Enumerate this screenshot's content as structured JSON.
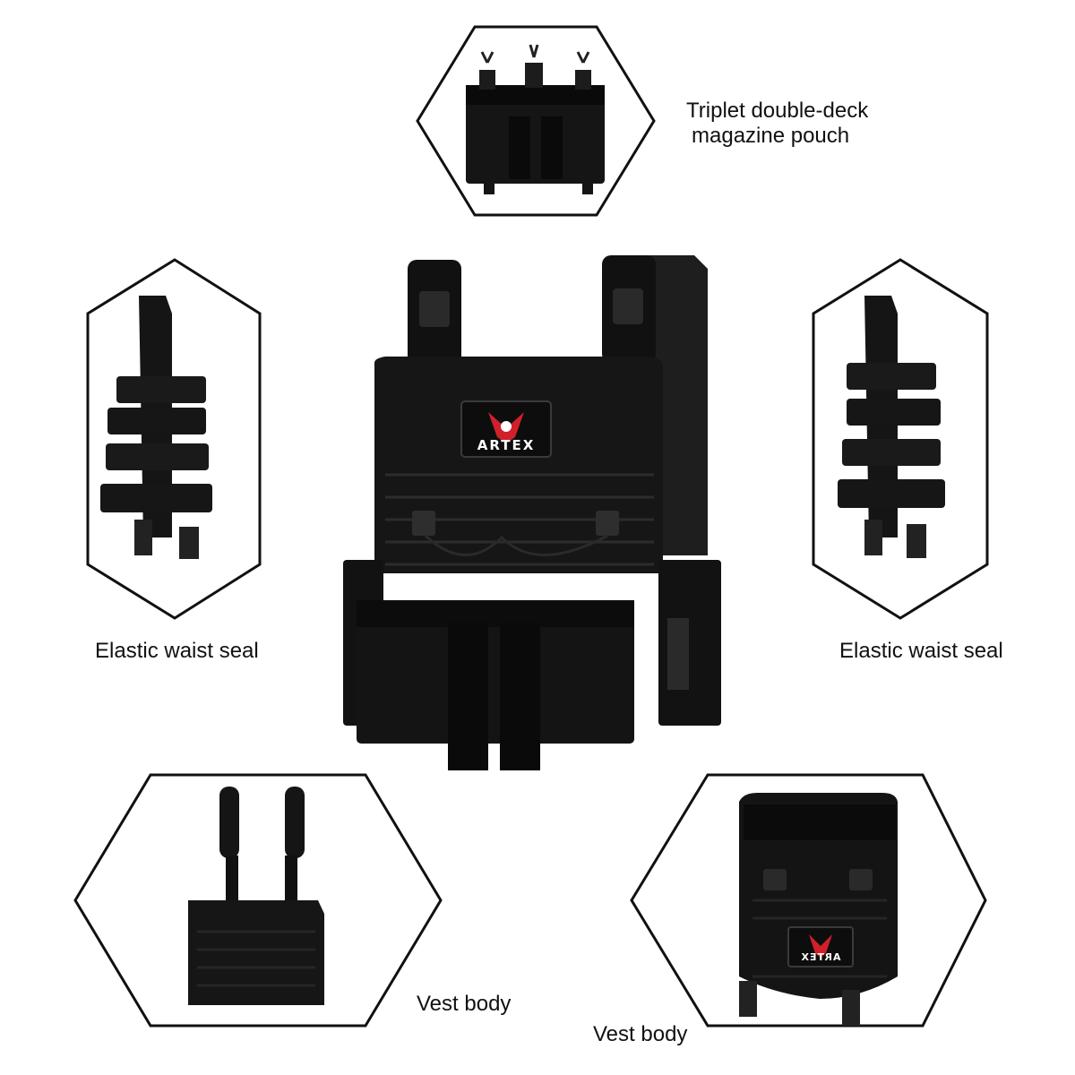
{
  "labels": {
    "mag_pouch": [
      "Triplet double-deck",
      "magazine pouch"
    ],
    "waist_left": "Elastic waist seal",
    "waist_right": "Elastic waist seal",
    "vest_front": "Vest body",
    "vest_back": "Vest body"
  },
  "logo": {
    "brand": "ARTEX",
    "accent": "#d0202a"
  },
  "colors": {
    "outline": "#111111",
    "fabric": "#151515",
    "fabric_light": "#2a2a2a",
    "webbing": "#0a0a0a"
  }
}
